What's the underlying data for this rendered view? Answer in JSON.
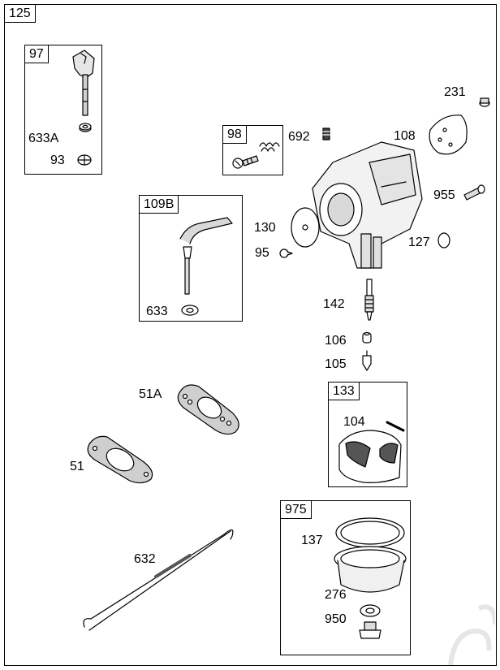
{
  "frame": {
    "label": "125"
  },
  "kits": {
    "k97": {
      "label": "97"
    },
    "k98": {
      "label": "98"
    },
    "k109B": {
      "label": "109B"
    },
    "k133": {
      "label": "133"
    },
    "k975": {
      "label": "975"
    }
  },
  "parts": {
    "p633A": "633A",
    "p93": "93",
    "p231": "231",
    "p692": "692",
    "p108": "108",
    "p955": "955",
    "p130": "130",
    "p95": "95",
    "p127": "127",
    "p633": "633",
    "p142": "142",
    "p106": "106",
    "p105": "105",
    "p104": "104",
    "p51A": "51A",
    "p51": "51",
    "p632": "632",
    "p137": "137",
    "p276": "276",
    "p950": "950"
  },
  "colors": {
    "line": "#000000",
    "shade": "#bfbfbf",
    "dark": "#555555",
    "bg": "#ffffff"
  }
}
